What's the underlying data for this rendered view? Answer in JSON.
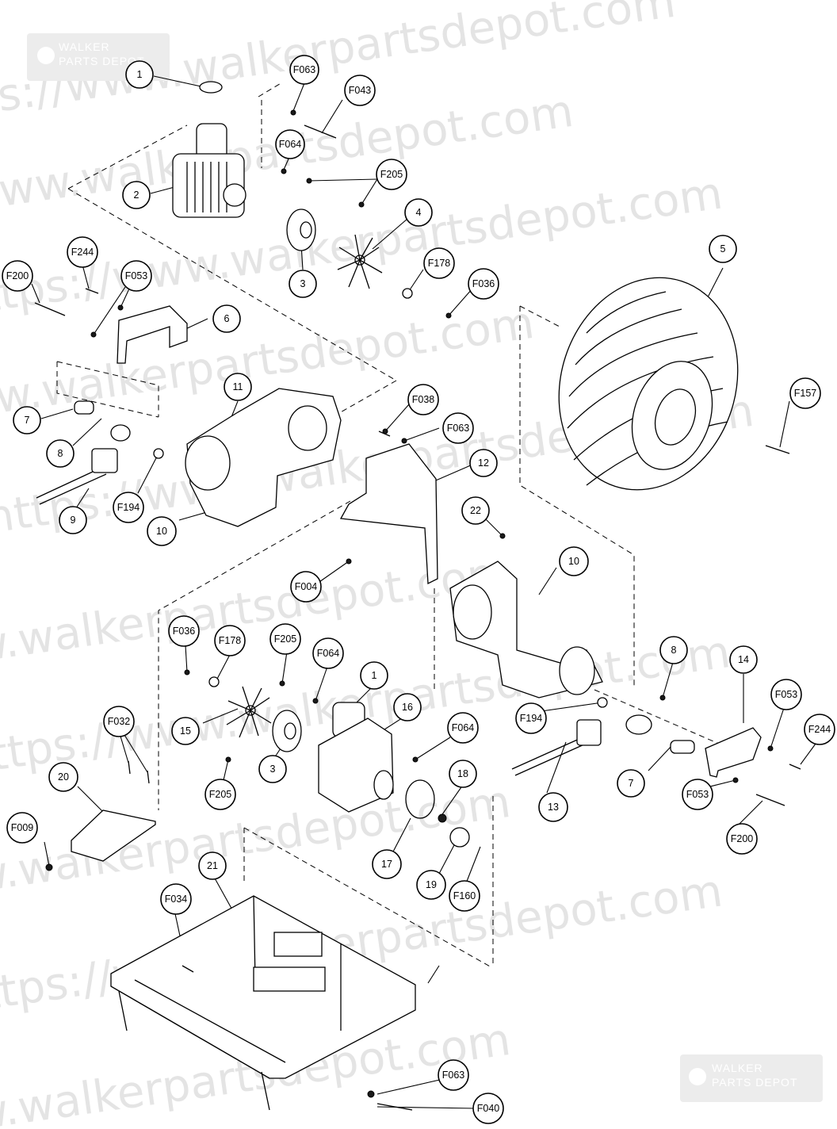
{
  "watermark": {
    "text": "https://www.walkerpartsdepot.com"
  },
  "logo": {
    "line1": "WALKER",
    "line2": "PARTS DEPOT",
    "icon": "walker-w-logo-icon"
  },
  "callouts": [
    {
      "id": "c-1-top",
      "label": "1"
    },
    {
      "id": "c-2",
      "label": "2"
    },
    {
      "id": "c-3-top",
      "label": "3"
    },
    {
      "id": "c-4",
      "label": "4"
    },
    {
      "id": "c-5",
      "label": "5"
    },
    {
      "id": "c-6",
      "label": "6"
    },
    {
      "id": "c-7-left",
      "label": "7"
    },
    {
      "id": "c-8-left",
      "label": "8"
    },
    {
      "id": "c-9",
      "label": "9"
    },
    {
      "id": "c-10-left",
      "label": "10"
    },
    {
      "id": "c-11",
      "label": "11"
    },
    {
      "id": "c-12",
      "label": "12"
    },
    {
      "id": "c-22",
      "label": "22"
    },
    {
      "id": "c-10-right",
      "label": "10"
    },
    {
      "id": "c-8-right",
      "label": "8"
    },
    {
      "id": "c-14",
      "label": "14"
    },
    {
      "id": "c-7-right",
      "label": "7"
    },
    {
      "id": "c-13",
      "label": "13"
    },
    {
      "id": "c-1-mid",
      "label": "1"
    },
    {
      "id": "c-16",
      "label": "16"
    },
    {
      "id": "c-15",
      "label": "15"
    },
    {
      "id": "c-3-mid",
      "label": "3"
    },
    {
      "id": "c-18",
      "label": "18"
    },
    {
      "id": "c-17",
      "label": "17"
    },
    {
      "id": "c-19",
      "label": "19"
    },
    {
      "id": "c-20",
      "label": "20"
    },
    {
      "id": "c-21",
      "label": "21"
    },
    {
      "id": "c-F063-top",
      "label": "F063"
    },
    {
      "id": "c-F043",
      "label": "F043"
    },
    {
      "id": "c-F064-top",
      "label": "F064"
    },
    {
      "id": "c-F205-top",
      "label": "F205"
    },
    {
      "id": "c-F178-top",
      "label": "F178"
    },
    {
      "id": "c-F036-top",
      "label": "F036"
    },
    {
      "id": "c-F200-left",
      "label": "F200"
    },
    {
      "id": "c-F244-left",
      "label": "F244"
    },
    {
      "id": "c-F053-left",
      "label": "F053"
    },
    {
      "id": "c-F194-left",
      "label": "F194"
    },
    {
      "id": "c-F038",
      "label": "F038"
    },
    {
      "id": "c-F063-mid",
      "label": "F063"
    },
    {
      "id": "c-F157",
      "label": "F157"
    },
    {
      "id": "c-F004",
      "label": "F004"
    },
    {
      "id": "c-F036-mid",
      "label": "F036"
    },
    {
      "id": "c-F178-mid",
      "label": "F178"
    },
    {
      "id": "c-F205-mid",
      "label": "F205"
    },
    {
      "id": "c-F064-mid",
      "label": "F064"
    },
    {
      "id": "c-F032",
      "label": "F032"
    },
    {
      "id": "c-F205-low",
      "label": "F205"
    },
    {
      "id": "c-F064-low",
      "label": "F064"
    },
    {
      "id": "c-F194-right",
      "label": "F194"
    },
    {
      "id": "c-F053-right-top",
      "label": "F053"
    },
    {
      "id": "c-F244-right",
      "label": "F244"
    },
    {
      "id": "c-F053-right-low",
      "label": "F053"
    },
    {
      "id": "c-F200-right",
      "label": "F200"
    },
    {
      "id": "c-F009",
      "label": "F009"
    },
    {
      "id": "c-F160",
      "label": "F160"
    },
    {
      "id": "c-F034",
      "label": "F034"
    },
    {
      "id": "c-F063-bottom",
      "label": "F063"
    },
    {
      "id": "c-F040",
      "label": "F040"
    }
  ]
}
